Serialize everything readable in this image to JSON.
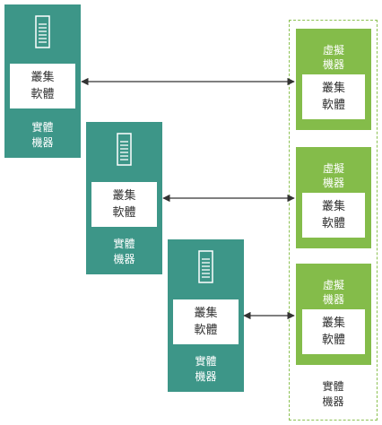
{
  "physical_machines": [
    {
      "software": [
        "叢集",
        "軟體"
      ],
      "label": [
        "實體",
        "機器"
      ]
    },
    {
      "software": [
        "叢集",
        "軟體"
      ],
      "label": [
        "實體",
        "機器"
      ]
    },
    {
      "software": [
        "叢集",
        "軟體"
      ],
      "label": [
        "實體",
        "機器"
      ]
    }
  ],
  "virtual_machines": [
    {
      "label": [
        "虛擬",
        "機器"
      ],
      "software": [
        "叢集",
        "軟體"
      ]
    },
    {
      "label": [
        "虛擬",
        "機器"
      ],
      "software": [
        "叢集",
        "軟體"
      ]
    },
    {
      "label": [
        "虛擬",
        "機器"
      ],
      "software": [
        "叢集",
        "軟體"
      ]
    }
  ],
  "host": {
    "label": [
      "實體",
      "機器"
    ]
  },
  "colors": {
    "physical_fill": "#3d9688",
    "virtual_fill": "#84bc4a",
    "dashed_border": "#8cc152",
    "arrow": "#333333"
  }
}
